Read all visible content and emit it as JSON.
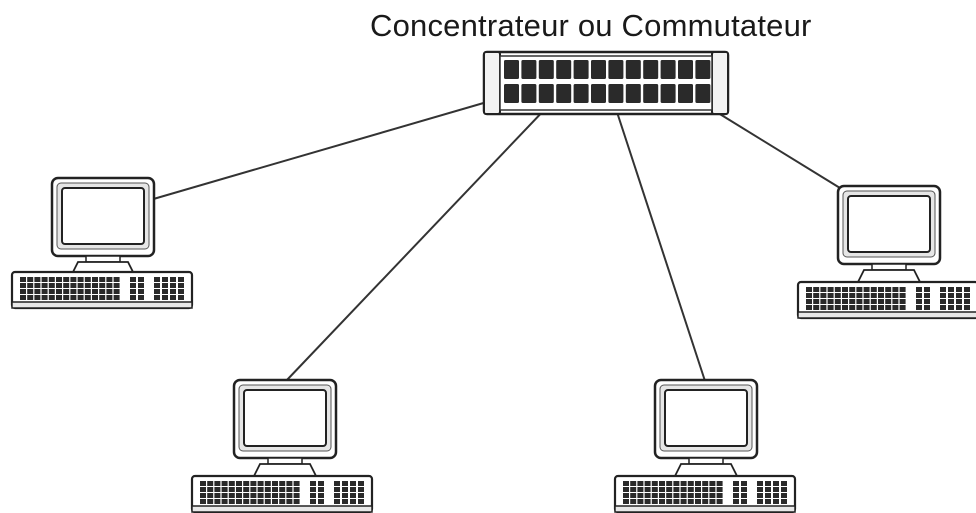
{
  "diagram": {
    "title": "Concentrateur ou Commutateur",
    "topology": "star",
    "hub": {
      "icon": "network-switch-icon",
      "port_rows": 2,
      "ports_per_row": 12
    },
    "nodes": [
      {
        "id": "computer-left",
        "icon": "desktop-computer-icon"
      },
      {
        "id": "computer-bottom-left",
        "icon": "desktop-computer-icon"
      },
      {
        "id": "computer-bottom-right",
        "icon": "desktop-computer-icon"
      },
      {
        "id": "computer-right",
        "icon": "desktop-computer-icon"
      }
    ],
    "links": [
      {
        "from": "hub",
        "to": "computer-left"
      },
      {
        "from": "hub",
        "to": "computer-bottom-left"
      },
      {
        "from": "hub",
        "to": "computer-bottom-right"
      },
      {
        "from": "hub",
        "to": "computer-right"
      }
    ],
    "colors": {
      "stroke": "#333333",
      "fill": "#ffffff",
      "port": "#2a2a2a",
      "screen_bezel": "#e6e6e6"
    }
  }
}
